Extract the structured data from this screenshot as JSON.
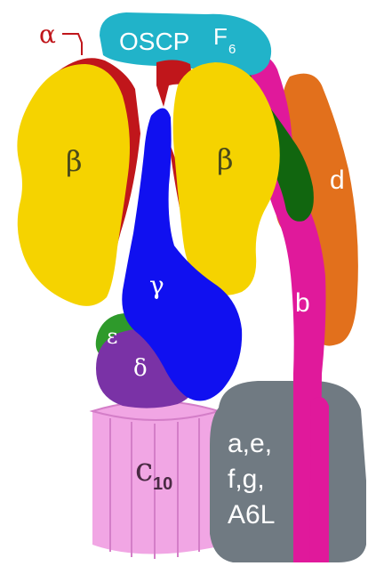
{
  "colors": {
    "alpha": "#c0161b",
    "beta": "#f5d300",
    "gamma": "#1010f0",
    "delta": "#7a32a6",
    "epsilon": "#2e9a2b",
    "oscp": "#21b3c9",
    "f6": "#11660f",
    "b": "#e0199b",
    "d": "#e2701c",
    "c_ring": "#f1a6e4",
    "membrane_subunits": "#707a82",
    "label_light": "#ffffff",
    "label_dark": "#4a4a1a"
  },
  "labels": {
    "alpha": "α",
    "oscp": "OSCP",
    "f6_main": "F",
    "f6_sub": "6",
    "beta_left": "β",
    "beta_right": "β",
    "gamma": "γ",
    "epsilon": "ε",
    "delta": "δ",
    "d": "d",
    "b": "b",
    "c_main": "c",
    "c_sub": "10",
    "membrane_line1": "a,e,",
    "membrane_line2": "f,g,",
    "membrane_line3": "A6L"
  }
}
